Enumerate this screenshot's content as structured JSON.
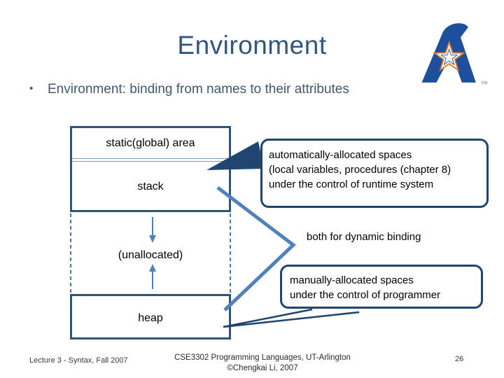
{
  "slide": {
    "title": "Environment",
    "bullet_glyph": "•",
    "bullet": "Environment: binding from names to their attributes",
    "logo": {
      "tm": "TM"
    },
    "diagram": {
      "memory_box": {
        "static_label": "static(global) area",
        "stack_label": "stack"
      },
      "unallocated_label": "(unallocated)",
      "heap_label": "heap",
      "callout_auto": {
        "lines": [
          "automatically-allocated spaces",
          "(local variables, procedures (chapter 8)",
          "under the control of runtime system"
        ]
      },
      "dynamic_binding_label": "both for dynamic binding",
      "callout_manual": {
        "lines": [
          "manually-allocated spaces",
          "under the control of programmer"
        ]
      }
    },
    "footer": {
      "left": "Lecture 3 - Syntax, Fall 2007",
      "center_line1": "CSE3302 Programming Languages, UT-Arlington",
      "center_line2": "©Chengkai Li, 2007",
      "page_number": "26"
    },
    "colors": {
      "title_text": "#31567E",
      "body_text": "#40586C",
      "diagram_accent": "#4F81BD",
      "box_border": "#2F5576",
      "callout_border": "#1F4570",
      "logo_blue": "#1C4F9C",
      "logo_orange": "#E87722"
    }
  }
}
